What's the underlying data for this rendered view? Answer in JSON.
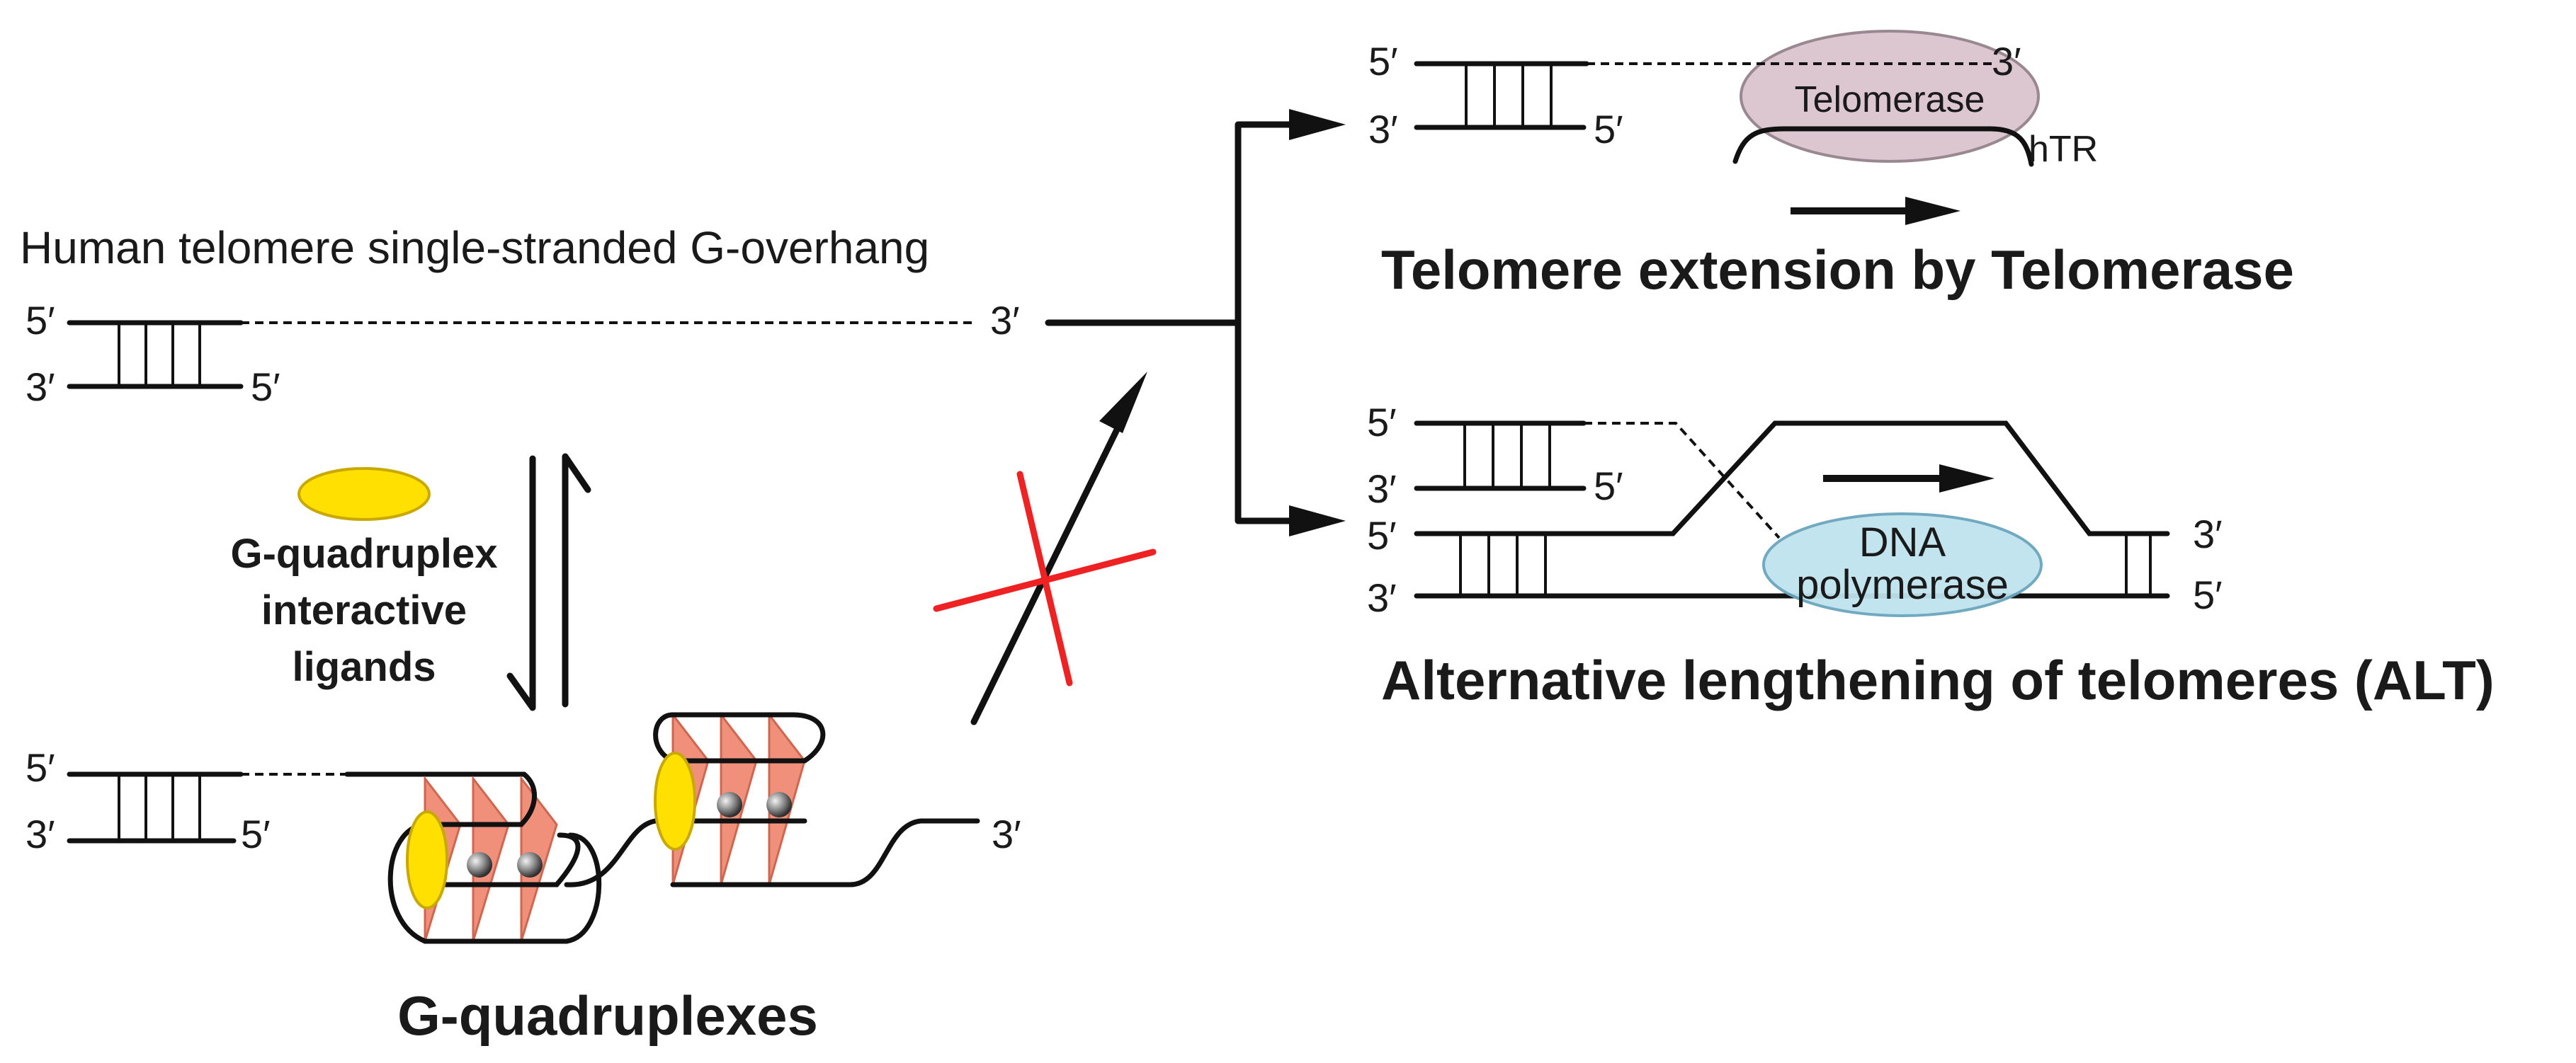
{
  "strand_ends": {
    "five": "5′",
    "three": "3′"
  },
  "overhang_label": "Human telomere single-stranded G-overhang",
  "ligand_label": [
    "G-quadruplex",
    "interactive",
    "ligands"
  ],
  "gq_label": "G-quadruplexes",
  "telomerase": {
    "enzyme": "Telomerase",
    "rna": "hTR",
    "title": "Telomere extension by Telomerase"
  },
  "alt": {
    "enzyme_lines": [
      "DNA",
      "polymerase"
    ],
    "title": "Alternative lengthening of telomeres (ALT)"
  },
  "colors": {
    "ligand_yellow": "#ffe000",
    "ligand_outline": "#c9a800",
    "tetrad_salmon": "#f0907a",
    "telomerase_fill": "#dcc7d0",
    "polymerase_fill": "#bfe3ef",
    "block_red": "#ee2222",
    "strand_black": "#111111"
  }
}
